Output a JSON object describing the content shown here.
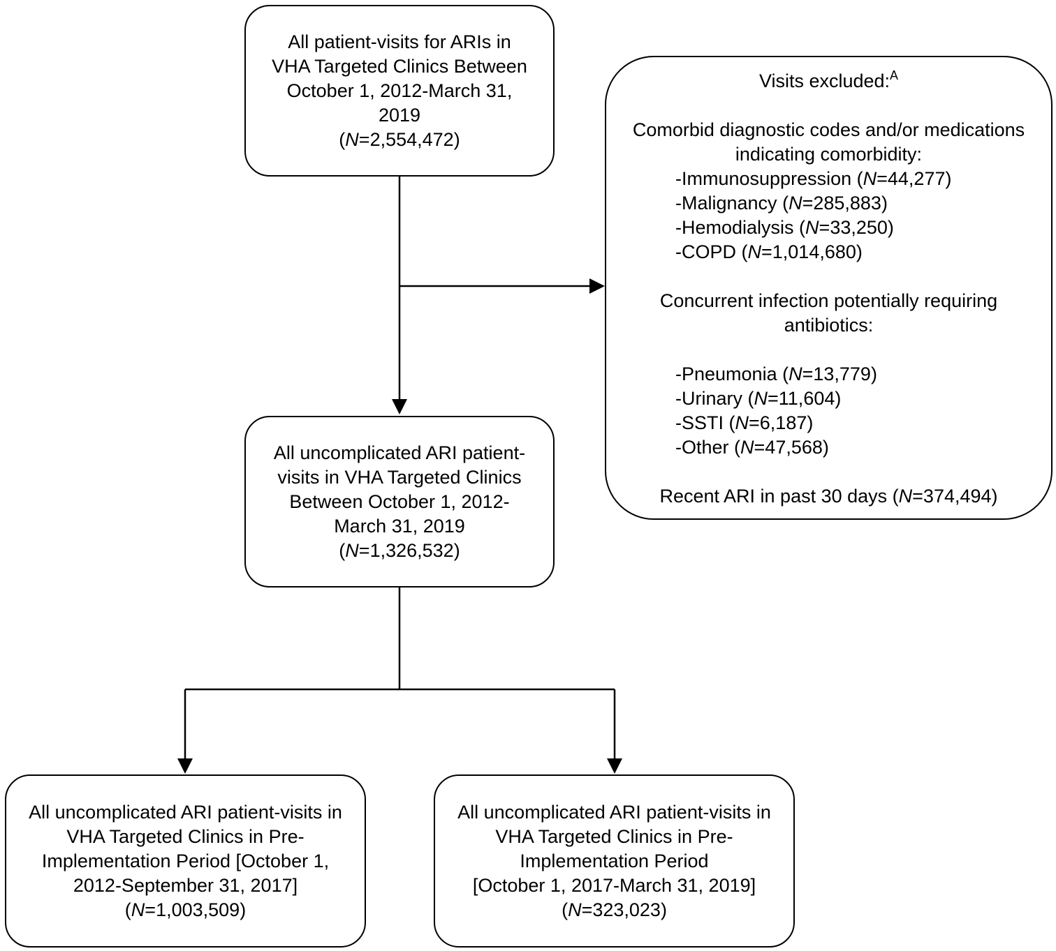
{
  "boxes": {
    "top": {
      "lines": [
        "All patient-visits for ARIs in",
        "VHA Targeted Clinics Between",
        "October 1, 2012-March 31,",
        "2019"
      ],
      "n_label": "N",
      "n_value": "=2,554,472"
    },
    "middle": {
      "lines": [
        "All uncomplicated ARI patient-",
        "visits in VHA Targeted Clinics",
        "Between October 1, 2012-",
        "March 31, 2019"
      ],
      "n_label": "N",
      "n_value": "=1,326,532"
    },
    "bottom_left": {
      "lines": [
        "All uncomplicated ARI patient-visits in",
        "VHA Targeted Clinics in Pre-",
        "Implementation Period [October 1,",
        "2012-September 31, 2017]"
      ],
      "n_label": "N",
      "n_value": "=1,003,509"
    },
    "bottom_right": {
      "lines": [
        "All uncomplicated ARI patient-visits in",
        "VHA Targeted Clinics in Pre-",
        "Implementation Period",
        "[October 1, 2017-March 31, 2019]"
      ],
      "n_label": "N",
      "n_value": "=323,023"
    }
  },
  "excluded": {
    "title": "Visits excluded:",
    "title_superscript": "A",
    "comorbid_heading": [
      "Comorbid diagnostic codes and/or medications",
      "indicating comorbidity:"
    ],
    "comorbid_items": [
      {
        "label": "-Immunosuppression",
        "n_label": "N",
        "n_value": "=44,277"
      },
      {
        "label": "-Malignancy",
        "n_label": "N",
        "n_value": "=285,883"
      },
      {
        "label": "-Hemodialysis",
        "n_label": "N",
        "n_value": "=33,250"
      },
      {
        "label": "-COPD",
        "n_label": "N",
        "n_value": "=1,014,680"
      }
    ],
    "infection_heading": [
      "Concurrent infection potentially requiring",
      "antibiotics:"
    ],
    "infection_items": [
      {
        "label": "-Pneumonia",
        "n_label": "N",
        "n_value": "=13,779"
      },
      {
        "label": "-Urinary",
        "n_label": "N",
        "n_value": "=11,604"
      },
      {
        "label": "-SSTI",
        "n_label": "N",
        "n_value": "=6,187"
      },
      {
        "label": "-Other",
        "n_label": "N",
        "n_value": "=47,568"
      }
    ],
    "recent": {
      "label": "Recent ARI in past 30 days",
      "n_label": "N",
      "n_value": "=374,494"
    }
  }
}
